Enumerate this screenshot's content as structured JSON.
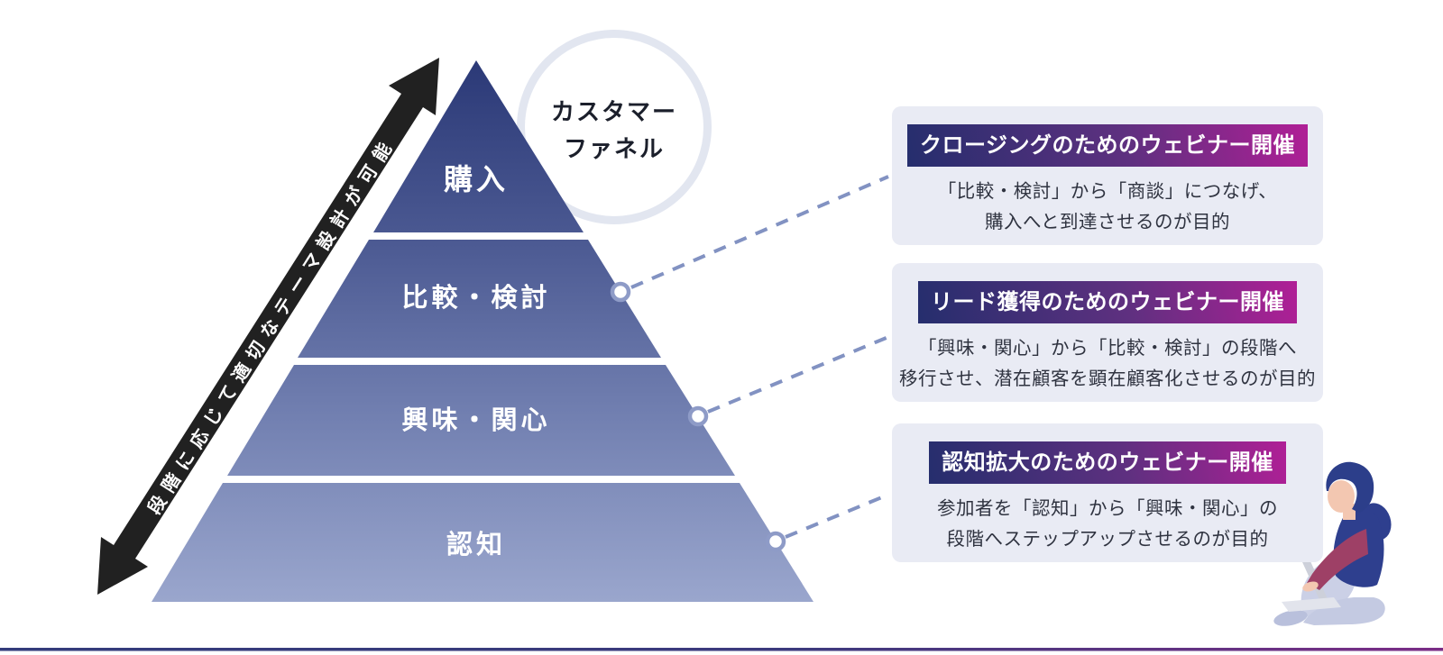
{
  "funnel": {
    "circle_label_line1": "カスタマー",
    "circle_label_line2": "ファネル",
    "stages": [
      {
        "label": "購入"
      },
      {
        "label": "比較・検討"
      },
      {
        "label": "興味・関心"
      },
      {
        "label": "認知"
      }
    ],
    "arrow_label": "段階に応じて適切なテーマ設計が可能"
  },
  "callouts": [
    {
      "title": "クロージングのためのウェビナー開催",
      "body_line1": "「比較・検討」から「商談」につなげ、",
      "body_line2": "購入へと到達させるのが目的"
    },
    {
      "title": "リード獲得のためのウェビナー開催",
      "body_line1": "「興味・関心」から「比較・検討」の段階へ",
      "body_line2": "移行させ、潜在顧客を顕在顧客化させるのが目的"
    },
    {
      "title": "認知拡大のためのウェビナー開催",
      "body_line1": "参加者を「認知」から「興味・関心」の",
      "body_line2": "段階へステップアップさせるのが目的"
    }
  ],
  "colors": {
    "pyramid_top": "#2b3977",
    "pyramid_bottom": "#9aa6cd",
    "header_gradient_start": "#252e6d",
    "header_gradient_end": "#b01f96",
    "callout_bg": "#e9ebf4",
    "connector": "#8292c2",
    "arrow": "#212121",
    "circle_border": "#e2e6f0"
  }
}
